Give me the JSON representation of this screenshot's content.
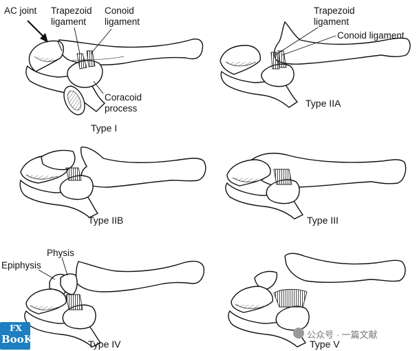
{
  "labels": {
    "ac_joint": "AC joint",
    "trapezoid": "Trapezoid\nligament",
    "conoid": "Conoid\nligament",
    "coracoid": "Coracoid\nprocess",
    "trapezoid_2a": "Trapezoid\nligament",
    "conoid_2a": "Conoid ligament",
    "epiphysis": "Epiphysis",
    "physis": "Physis"
  },
  "captions": {
    "type1": "Type I",
    "type2a": "Type IIA",
    "type2b": "Type IIB",
    "type3": "Type III",
    "type4": "Type IV",
    "type5": "Type V"
  },
  "watermark": {
    "text": "公众号 · 一篇文献",
    "logo_top": "FX",
    "logo_bottom": "BooK",
    "icon": "wechat-icon"
  },
  "colors": {
    "ink": "#111111",
    "hatch": "#555555",
    "logo": "#1d7fbf"
  }
}
